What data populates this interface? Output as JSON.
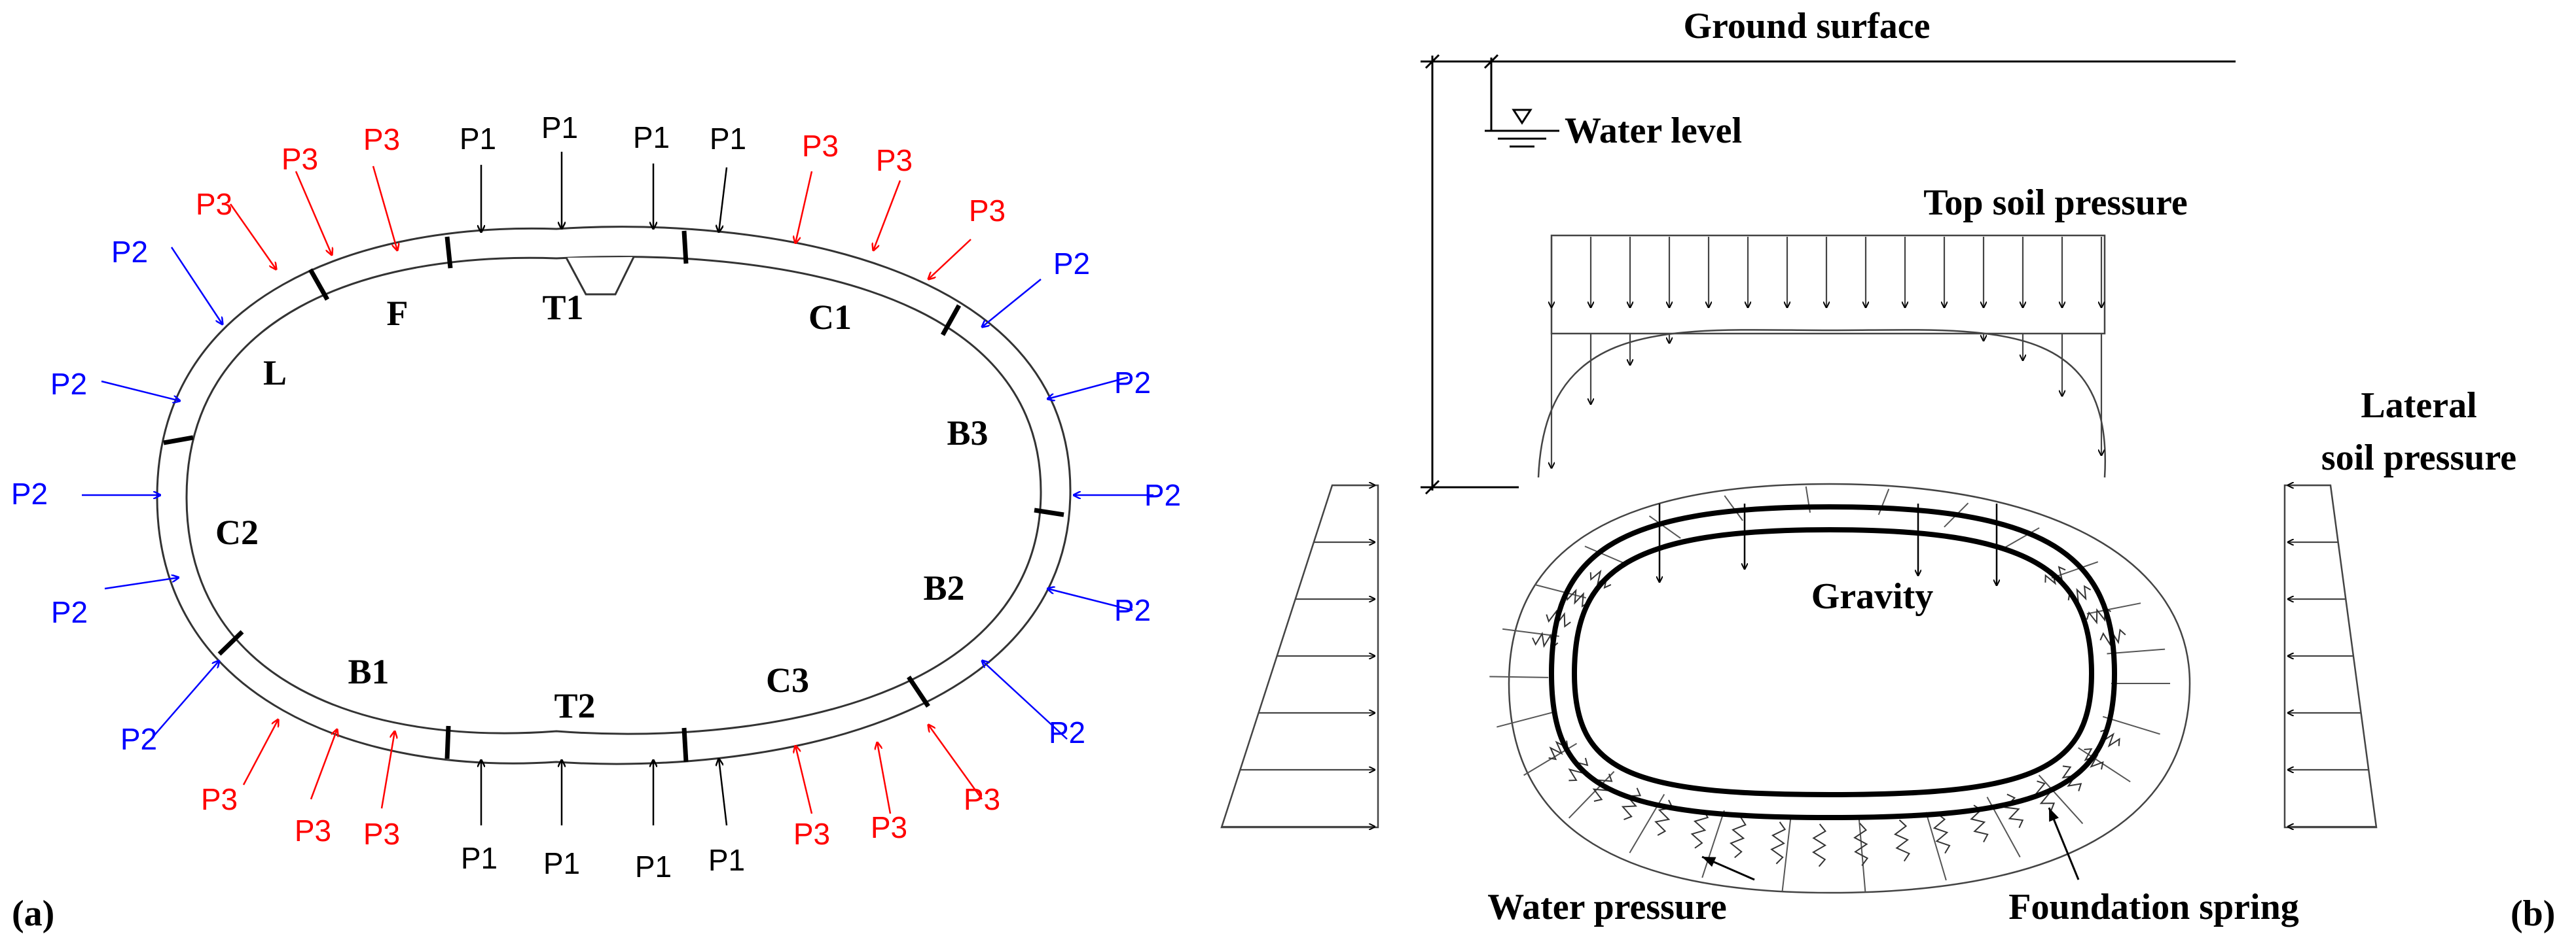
{
  "colors": {
    "p1": "#000000",
    "p2": "#0000ff",
    "p3": "#ff0000",
    "line": "#000000",
    "panel_lines": "#444444"
  },
  "panel_a": {
    "tag": "(a)",
    "segments": [
      "F",
      "T1",
      "C1",
      "L",
      "B3",
      "C2",
      "B2",
      "B1",
      "T2",
      "C3"
    ],
    "loads": [
      {
        "label": "P2",
        "type": "p2"
      },
      {
        "label": "P3",
        "type": "p3"
      },
      {
        "label": "P3",
        "type": "p3"
      },
      {
        "label": "P3",
        "type": "p3"
      },
      {
        "label": "P1",
        "type": "p1"
      },
      {
        "label": "P1",
        "type": "p1"
      },
      {
        "label": "P1",
        "type": "p1"
      },
      {
        "label": "P1",
        "type": "p1"
      },
      {
        "label": "P3",
        "type": "p3"
      },
      {
        "label": "P3",
        "type": "p3"
      },
      {
        "label": "P3",
        "type": "p3"
      },
      {
        "label": "P2",
        "type": "p2"
      },
      {
        "label": "P2",
        "type": "p2"
      },
      {
        "label": "P2",
        "type": "p2"
      },
      {
        "label": "P2",
        "type": "p2"
      },
      {
        "label": "P2",
        "type": "p2"
      },
      {
        "label": "P3",
        "type": "p3"
      },
      {
        "label": "P3",
        "type": "p3"
      },
      {
        "label": "P3",
        "type": "p3"
      },
      {
        "label": "P1",
        "type": "p1"
      },
      {
        "label": "P1",
        "type": "p1"
      },
      {
        "label": "P1",
        "type": "p1"
      },
      {
        "label": "P1",
        "type": "p1"
      },
      {
        "label": "P3",
        "type": "p3"
      },
      {
        "label": "P3",
        "type": "p3"
      },
      {
        "label": "P3",
        "type": "p3"
      },
      {
        "label": "P2",
        "type": "p2"
      },
      {
        "label": "P2",
        "type": "p2"
      },
      {
        "label": "P2",
        "type": "p2"
      },
      {
        "label": "P2",
        "type": "p2"
      }
    ]
  },
  "panel_b": {
    "tag": "(b)",
    "labels": {
      "ground_surface": "Ground surface",
      "water_level": "Water level",
      "top_soil_pressure": "Top soil pressure",
      "lateral_soil_pressure_1": "Lateral",
      "lateral_soil_pressure_2": "soil pressure",
      "gravity": "Gravity",
      "water_pressure": "Water pressure",
      "foundation_spring": "Foundation spring"
    }
  }
}
